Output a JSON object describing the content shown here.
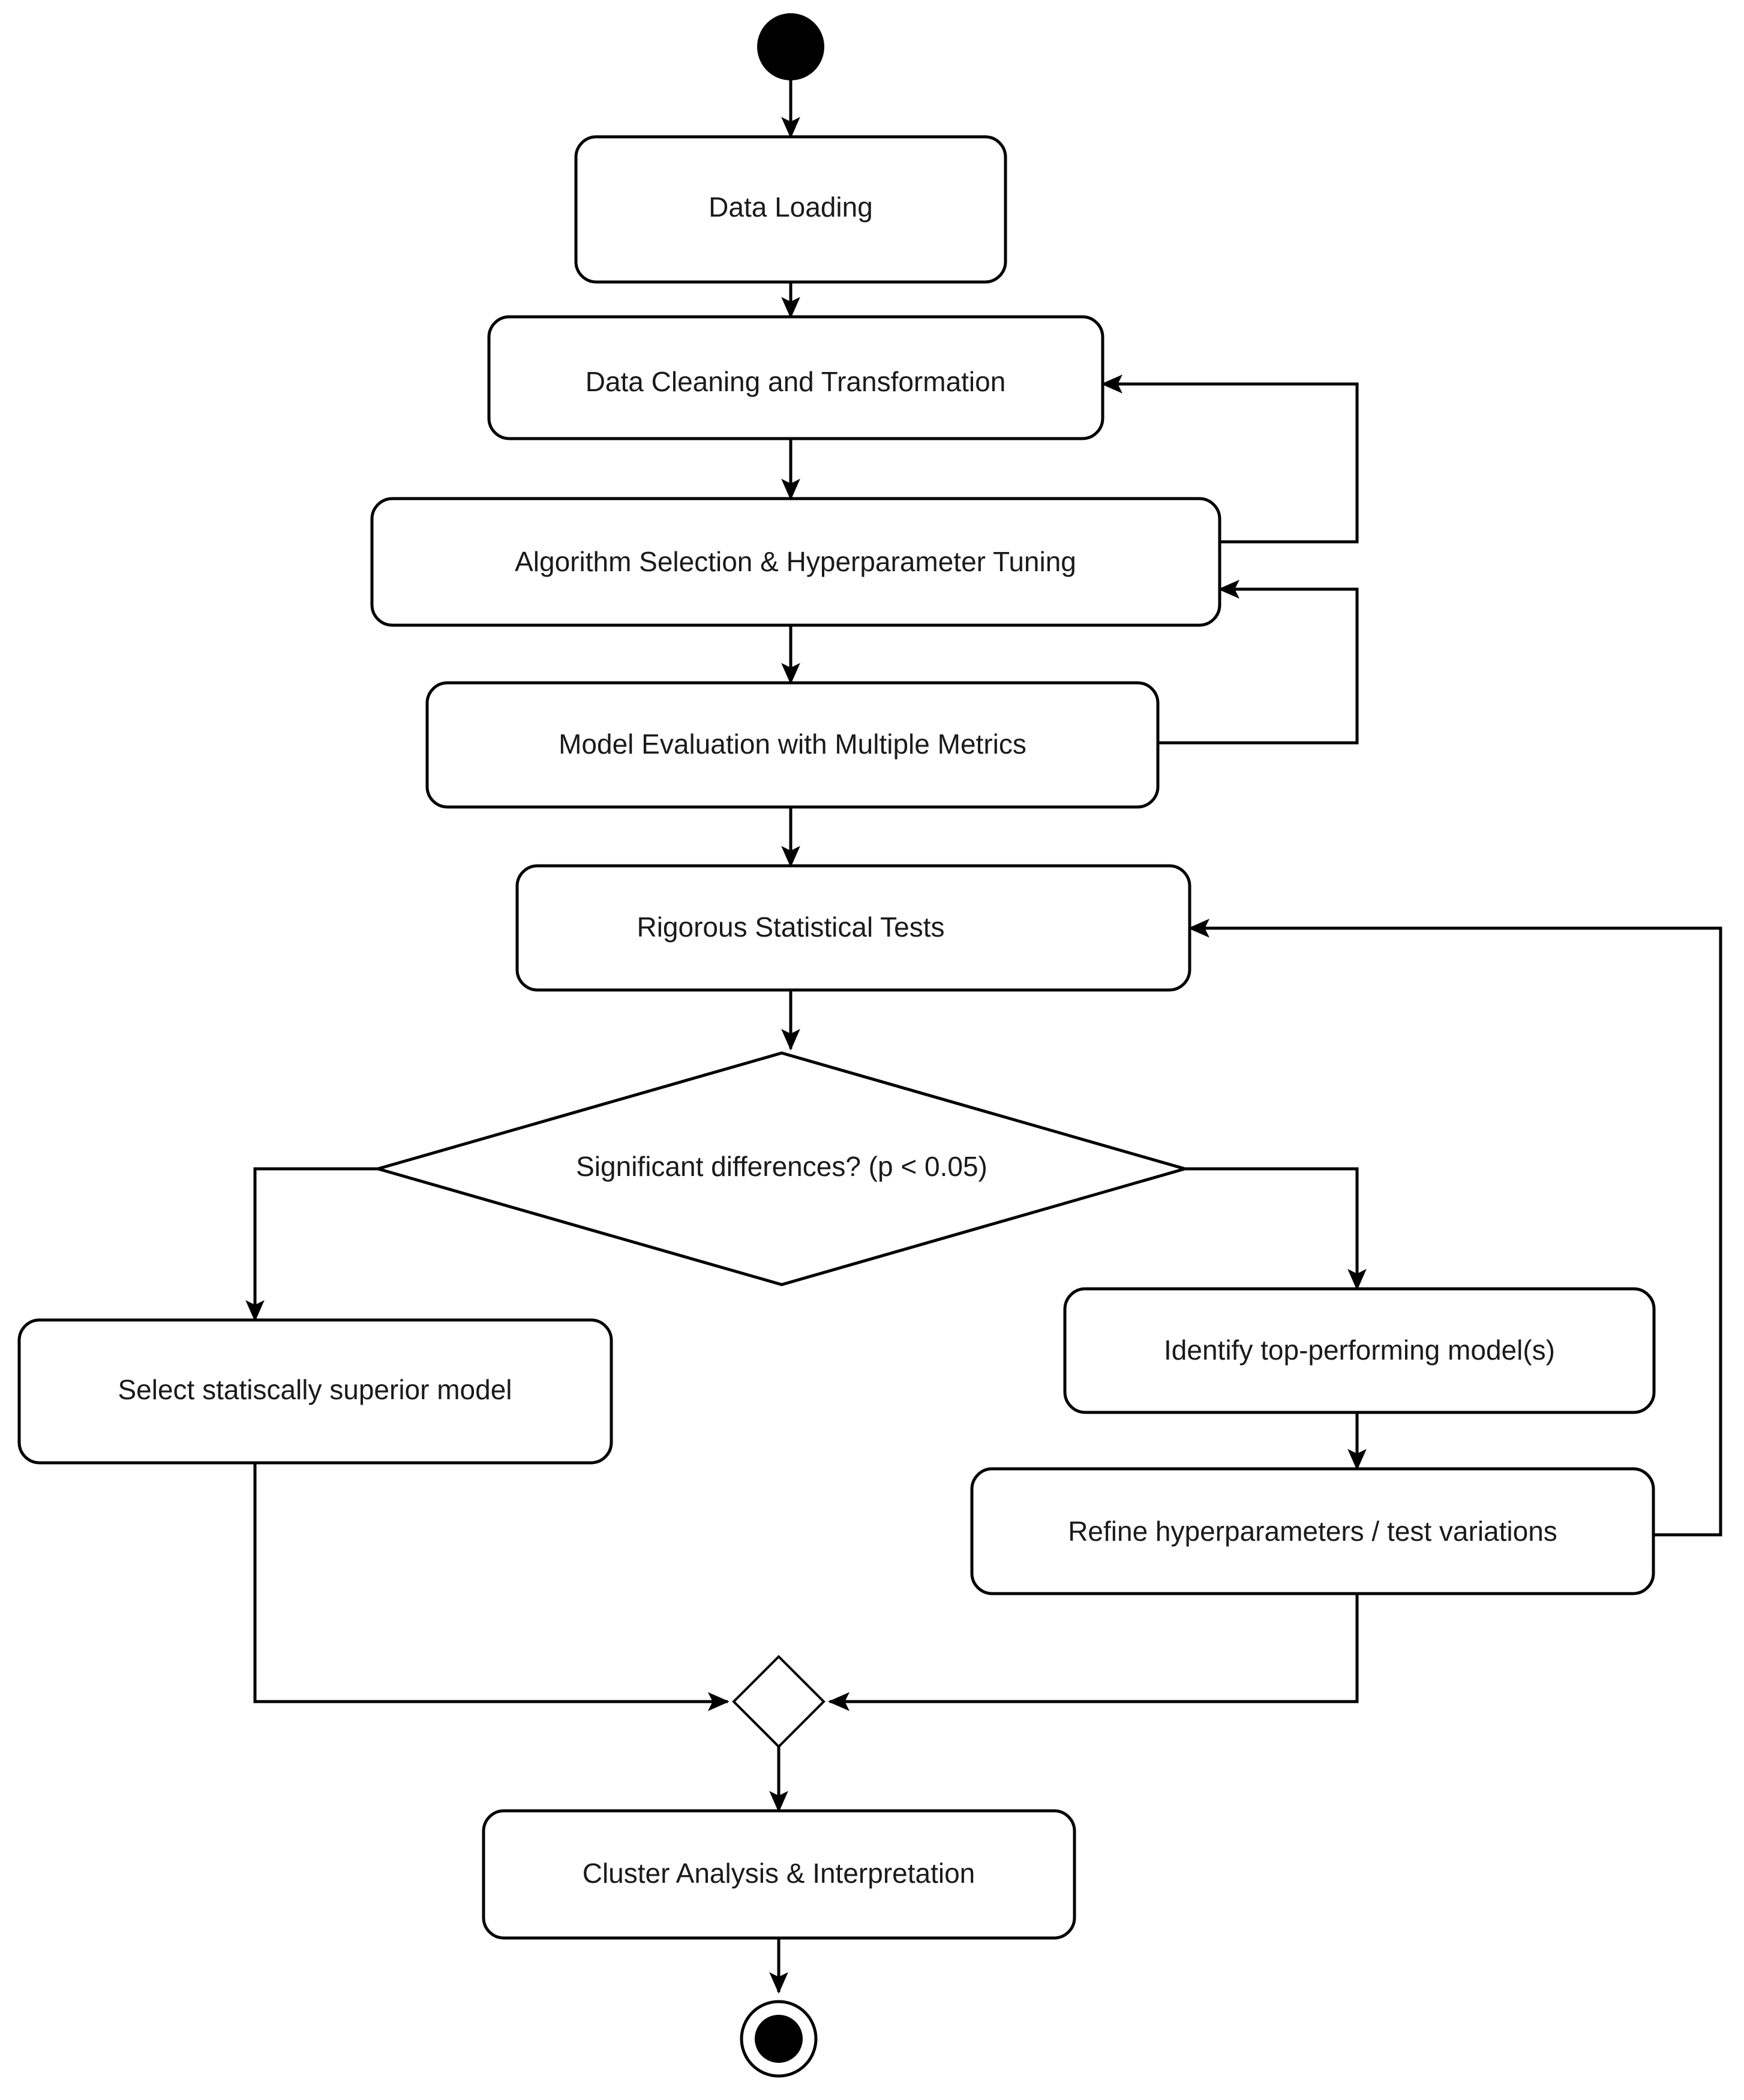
{
  "diagram": {
    "type": "activity-flowchart",
    "background_color": "#ffffff",
    "stroke_color": "#000000",
    "text_color": "#1a1a1a",
    "nodes": {
      "start": {
        "kind": "initial-node",
        "label": ""
      },
      "data_loading": {
        "kind": "action",
        "label": "Data Loading"
      },
      "data_cleaning": {
        "kind": "action",
        "label": "Data Cleaning and Transformation"
      },
      "algorithm_selection": {
        "kind": "action",
        "label": "Algorithm Selection & Hyperparameter Tuning"
      },
      "model_evaluation": {
        "kind": "action",
        "label": "Model Evaluation with Multiple Metrics"
      },
      "statistical_tests": {
        "kind": "action",
        "label": "Rigorous Statistical Tests"
      },
      "decision": {
        "kind": "decision",
        "label": "Significant differences? (p < 0.05)"
      },
      "select_model": {
        "kind": "action",
        "label": "Select statiscally superior model"
      },
      "identify_top": {
        "kind": "action",
        "label": "Identify top-performing model(s)"
      },
      "refine_hyper": {
        "kind": "action",
        "label": "Refine hyperparameters / test variations"
      },
      "merge": {
        "kind": "merge-node",
        "label": ""
      },
      "cluster_analysis": {
        "kind": "action",
        "label": "Cluster Analysis & Interpretation"
      },
      "end": {
        "kind": "final-node",
        "label": ""
      }
    },
    "edges": [
      {
        "from": "start",
        "to": "data_loading",
        "label": ""
      },
      {
        "from": "data_loading",
        "to": "data_cleaning",
        "label": ""
      },
      {
        "from": "data_cleaning",
        "to": "algorithm_selection",
        "label": ""
      },
      {
        "from": "algorithm_selection",
        "to": "model_evaluation",
        "label": ""
      },
      {
        "from": "algorithm_selection",
        "to": "data_cleaning",
        "label": ""
      },
      {
        "from": "model_evaluation",
        "to": "statistical_tests",
        "label": ""
      },
      {
        "from": "model_evaluation",
        "to": "algorithm_selection",
        "label": ""
      },
      {
        "from": "statistical_tests",
        "to": "decision",
        "label": ""
      },
      {
        "from": "decision",
        "to": "select_model",
        "label": ""
      },
      {
        "from": "decision",
        "to": "identify_top",
        "label": ""
      },
      {
        "from": "identify_top",
        "to": "refine_hyper",
        "label": ""
      },
      {
        "from": "refine_hyper",
        "to": "statistical_tests",
        "label": ""
      },
      {
        "from": "select_model",
        "to": "merge",
        "label": ""
      },
      {
        "from": "refine_hyper",
        "to": "merge",
        "label": ""
      },
      {
        "from": "merge",
        "to": "cluster_analysis",
        "label": ""
      },
      {
        "from": "cluster_analysis",
        "to": "end",
        "label": ""
      }
    ]
  }
}
